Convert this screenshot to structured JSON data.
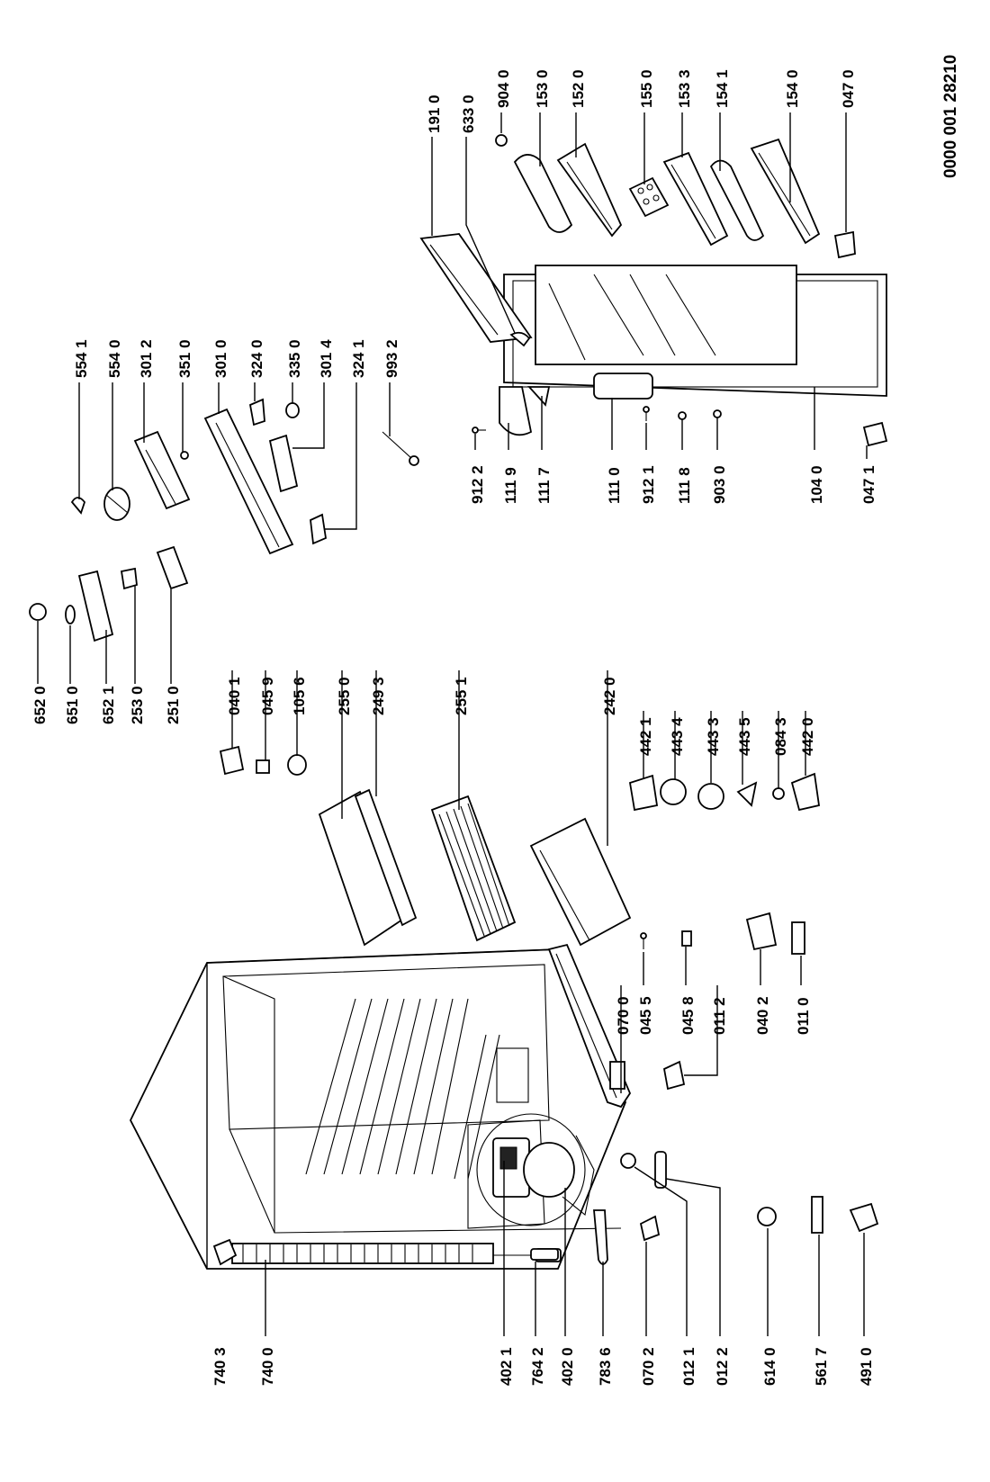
{
  "document_number": "0000 001 28210",
  "labels": {
    "p6520": "652 0",
    "p6510": "651 0",
    "p6521": "652 1",
    "p2530": "253 0",
    "p2510": "251 0",
    "p5541": "554 1",
    "p5540": "554 0",
    "p3012": "301 2",
    "p3510": "351 0",
    "p3010": "301 0",
    "p3240": "324 0",
    "p3350": "335 0",
    "p3014": "301 4",
    "p3241": "324 1",
    "p9932": "993 2",
    "p1910": "191 0",
    "p6330": "633 0",
    "p9040": "904 0",
    "p1530": "153 0",
    "p1520": "152 0",
    "p1550": "155 0",
    "p1533": "153 3",
    "p1541": "154 1",
    "p1540": "154 0",
    "p0470": "047 0",
    "p9122": "912 2",
    "p1119": "111 9",
    "p1117": "111 7",
    "p1110": "111 0",
    "p9121": "912 1",
    "p1118": "111 8",
    "p9030": "903 0",
    "p1040": "104 0",
    "p0471": "047 1",
    "p0401": "040 1",
    "p0459": "045 9",
    "p1056": "105 6",
    "p2550": "255 0",
    "p2493": "249 3",
    "p2551": "255 1",
    "p2420": "242 0",
    "p4421": "442 1",
    "p4434": "443 4",
    "p4433": "443 3",
    "p4435": "443 5",
    "p0843": "084 3",
    "p4420": "442 0",
    "p0700": "070 0",
    "p0455": "045 5",
    "p0458": "045 8",
    "p0112": "011 2",
    "p0402": "040 2",
    "p0110": "011 0",
    "p7403": "740 3",
    "p7400": "740 0",
    "p4021": "402 1",
    "p7642": "764 2",
    "p4020": "402 0",
    "p7836": "783 6",
    "p0702": "070 2",
    "p0121": "012 1",
    "p0122": "012 2",
    "p6140": "614 0",
    "p5617": "561 7",
    "p4910": "491 0"
  }
}
